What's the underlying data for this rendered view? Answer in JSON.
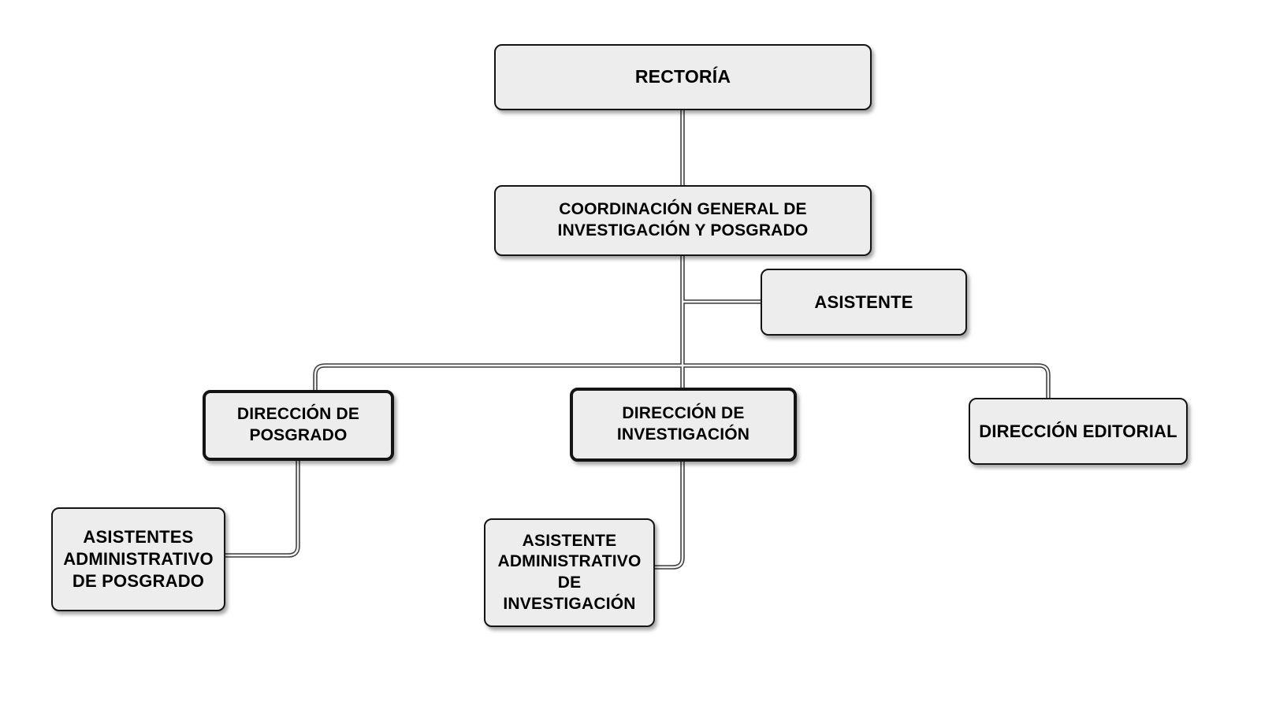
{
  "diagram": {
    "type": "org-chart",
    "nodes": {
      "rectoria": {
        "label": "RECTORÍA"
      },
      "coordinacion": {
        "label": "COORDINACIÓN GENERAL DE\nINVESTIGACIÓN Y POSGRADO"
      },
      "asistente": {
        "label": "ASISTENTE"
      },
      "dir_posgrado": {
        "label": "DIRECCIÓN DE\nPOSGRADO"
      },
      "dir_investigacion": {
        "label": "DIRECCIÓN DE\nINVESTIGACIÓN"
      },
      "dir_editorial": {
        "label": "DIRECCIÓN EDITORIAL"
      },
      "asist_posgrado": {
        "label": "ASISTENTES\nADMINISTRATIVO\nDE POSGRADO"
      },
      "asist_investigacion": {
        "label": "ASISTENTE\nADMINISTRATIVO\nDE\nINVESTIGACIÓN"
      }
    },
    "edges": [
      "rectoria -> coordinacion",
      "coordinacion -> asistente",
      "coordinacion -> dir_posgrado",
      "coordinacion -> dir_investigacion",
      "coordinacion -> dir_editorial",
      "dir_posgrado -> asist_posgrado",
      "dir_investigacion -> asist_investigacion"
    ],
    "colors": {
      "background": "#ffffff",
      "box_fill": "#ededed",
      "box_border": "#141414",
      "line": "#3d3d3d",
      "text": "#000000"
    }
  }
}
